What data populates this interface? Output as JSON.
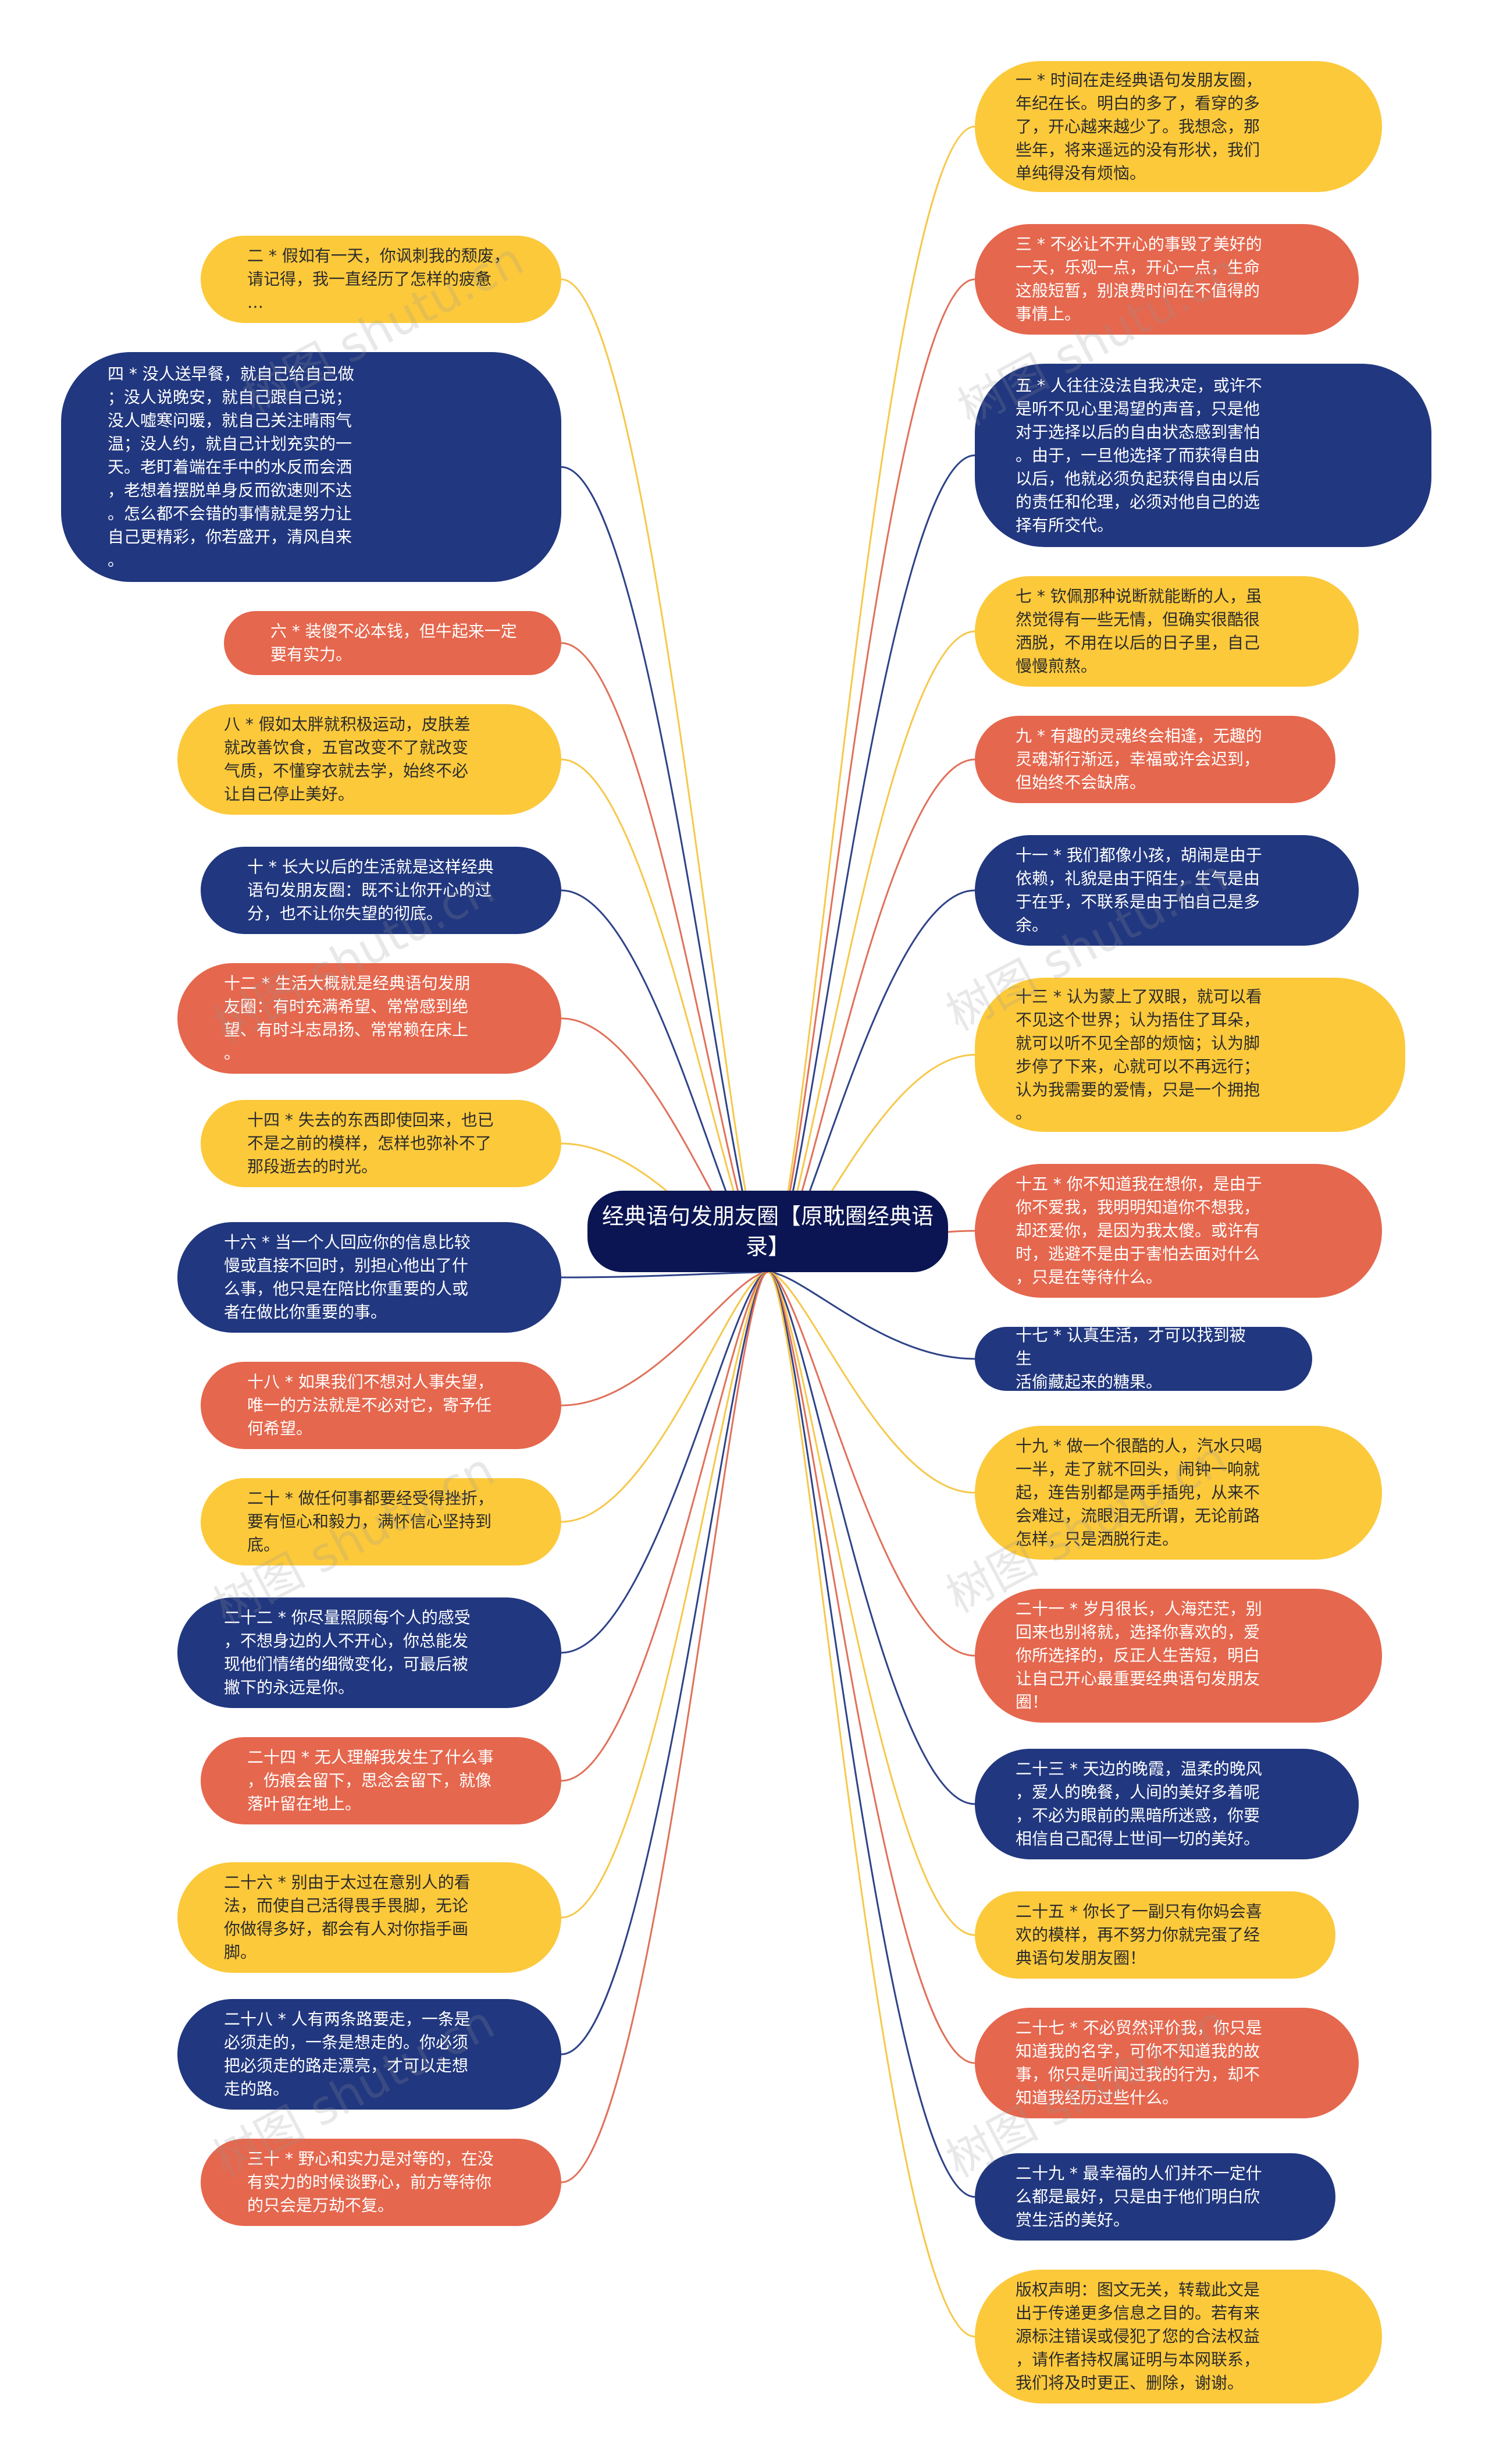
{
  "title": "经典语句发朋友圈【原耽圈经典语录】",
  "colors": {
    "center": "#0b1553",
    "yellow": "#fcc93b",
    "coral": "#e5674e",
    "navy": "#21377f",
    "line_yellow": "#f6c84b",
    "line_coral": "#e0715a",
    "line_navy": "#2e4388"
  },
  "watermark": "树图 shutu.cn",
  "nodes": [
    {
      "side": "right",
      "color": "yellow",
      "text": "一 * 时间在走经典语句发朋友圈，\n年纪在长。明白的多了，看穿的多\n了，开心越来越少了。我想念，那\n些年，将来遥远的没有形状，我们\n单纯得没有烦恼。"
    },
    {
      "side": "left",
      "color": "yellow",
      "text": "二 * 假如有一天，你讽刺我的颓废，\n请记得，我一直经历了怎样的疲惫\n…"
    },
    {
      "side": "right",
      "color": "coral",
      "text": "三 * 不必让不开心的事毁了美好的\n一天，乐观一点，开心一点，生命\n这般短暂，别浪费时间在不值得的\n事情上。"
    },
    {
      "side": "left",
      "color": "navy",
      "text": "四 * 没人送早餐，就自己给自己做\n；没人说晚安，就自己跟自己说；\n没人嘘寒问暖，就自己关注晴雨气\n温；没人约，就自己计划充实的一\n天。老盯着端在手中的水反而会洒\n，老想着摆脱单身反而欲速则不达\n。怎么都不会错的事情就是努力让\n自己更精彩，你若盛开，清风自来\n。"
    },
    {
      "side": "right",
      "color": "navy",
      "text": "五 * 人往往没法自我决定，或许不\n是听不见心里渴望的声音，只是他\n对于选择以后的自由状态感到害怕\n。由于，一旦他选择了而获得自由\n以后，他就必须负起获得自由以后\n的责任和伦理，必须对他自己的选\n择有所交代。"
    },
    {
      "side": "left",
      "color": "coral",
      "text": "六 * 装傻不必本钱，但牛起来一定\n要有实力。"
    },
    {
      "side": "right",
      "color": "yellow",
      "text": "七 * 钦佩那种说断就能断的人，虽\n然觉得有一些无情，但确实很酷很\n洒脱，不用在以后的日子里，自己\n慢慢煎熬。"
    },
    {
      "side": "left",
      "color": "yellow",
      "text": "八 * 假如太胖就积极运动，皮肤差\n就改善饮食，五官改变不了就改变\n气质，不懂穿衣就去学，始终不必\n让自己停止美好。"
    },
    {
      "side": "right",
      "color": "coral",
      "text": "九 * 有趣的灵魂终会相逢，无趣的\n灵魂渐行渐远，幸福或许会迟到，\n但始终不会缺席。"
    },
    {
      "side": "left",
      "color": "navy",
      "text": "十 * 长大以后的生活就是这样经典\n语句发朋友圈：既不让你开心的过\n分，也不让你失望的彻底。"
    },
    {
      "side": "right",
      "color": "navy",
      "text": "十一 * 我们都像小孩，胡闹是由于\n依赖，礼貌是由于陌生，生气是由\n于在乎，不联系是由于怕自己是多\n余。"
    },
    {
      "side": "left",
      "color": "coral",
      "text": "十二 * 生活大概就是经典语句发朋\n友圈：有时充满希望、常常感到绝\n望、有时斗志昂扬、常常赖在床上\n。"
    },
    {
      "side": "right",
      "color": "yellow",
      "text": "十三 * 认为蒙上了双眼，就可以看\n不见这个世界；认为捂住了耳朵，\n就可以听不见全部的烦恼；认为脚\n步停了下来，心就可以不再远行；\n认为我需要的爱情，只是一个拥抱\n。"
    },
    {
      "side": "left",
      "color": "yellow",
      "text": "十四 * 失去的东西即使回来，也已\n不是之前的模样，怎样也弥补不了\n那段逝去的时光。"
    },
    {
      "side": "right",
      "color": "coral",
      "text": "十五 * 你不知道我在想你，是由于\n你不爱我，我明明知道你不想我，\n却还爱你，是因为我太傻。或许有\n时，逃避不是由于害怕去面对什么\n，只是在等待什么。"
    },
    {
      "side": "left",
      "color": "navy",
      "text": "十六 * 当一个人回应你的信息比较\n慢或直接不回时，别担心他出了什\n么事，他只是在陪比你重要的人或\n者在做比你重要的事。"
    },
    {
      "side": "right",
      "color": "navy",
      "text": "十七 * 认真生活，才可以找到被生\n活偷藏起来的糖果。"
    },
    {
      "side": "left",
      "color": "coral",
      "text": "十八 * 如果我们不想对人事失望，\n唯一的方法就是不必对它，寄予任\n何希望。"
    },
    {
      "side": "right",
      "color": "yellow",
      "text": "十九 * 做一个很酷的人，汽水只喝\n一半，走了就不回头，闹钟一响就\n起，连告别都是两手插兜，从来不\n会难过，流眼泪无所谓，无论前路\n怎样，只是洒脱行走。"
    },
    {
      "side": "left",
      "color": "yellow",
      "text": "二十 * 做任何事都要经受得挫折，\n要有恒心和毅力，满怀信心坚持到\n底。"
    },
    {
      "side": "right",
      "color": "coral",
      "text": "二十一 * 岁月很长，人海茫茫，别\n回来也别将就，选择你喜欢的，爱\n你所选择的，反正人生苦短，明白\n让自己开心最重要经典语句发朋友\n圈！"
    },
    {
      "side": "left",
      "color": "navy",
      "text": "二十二 * 你尽量照顾每个人的感受\n，不想身边的人不开心，你总能发\n现他们情绪的细微变化，可最后被\n撇下的永远是你。"
    },
    {
      "side": "right",
      "color": "navy",
      "text": "二十三 * 天边的晚霞，温柔的晚风\n，爱人的晚餐，人间的美好多着呢\n，不必为眼前的黑暗所迷惑，你要\n相信自己配得上世间一切的美好。"
    },
    {
      "side": "left",
      "color": "coral",
      "text": "二十四 * 无人理解我发生了什么事\n，伤痕会留下，思念会留下，就像\n落叶留在地上。"
    },
    {
      "side": "right",
      "color": "yellow",
      "text": "二十五 * 你长了一副只有你妈会喜\n欢的模样，再不努力你就完蛋了经\n典语句发朋友圈！"
    },
    {
      "side": "left",
      "color": "yellow",
      "text": "二十六 * 别由于太过在意别人的看\n法，而使自己活得畏手畏脚，无论\n你做得多好，都会有人对你指手画\n脚。"
    },
    {
      "side": "right",
      "color": "coral",
      "text": "二十七 * 不必贸然评价我，你只是\n知道我的名字，可你不知道我的故\n事，你只是听闻过我的行为，却不\n知道我经历过些什么。"
    },
    {
      "side": "left",
      "color": "navy",
      "text": "二十八 * 人有两条路要走，一条是\n必须走的，一条是想走的。你必须\n把必须走的路走漂亮，才可以走想\n走的路。"
    },
    {
      "side": "right",
      "color": "navy",
      "text": "二十九 * 最幸福的人们并不一定什\n么都是最好，只是由于他们明白欣\n赏生活的美好。"
    },
    {
      "side": "left",
      "color": "coral",
      "text": "三十 * 野心和实力是对等的，在没\n有实力的时候谈野心，前方等待你\n的只会是万劫不复。"
    },
    {
      "side": "right",
      "color": "yellow",
      "text": "版权声明：图文无关，转载此文是\n出于传递更多信息之目的。若有来\n源标注错误或侵犯了您的合法权益\n，请作者持权属证明与本网联系，\n我们将及时更正、删除，谢谢。"
    }
  ]
}
